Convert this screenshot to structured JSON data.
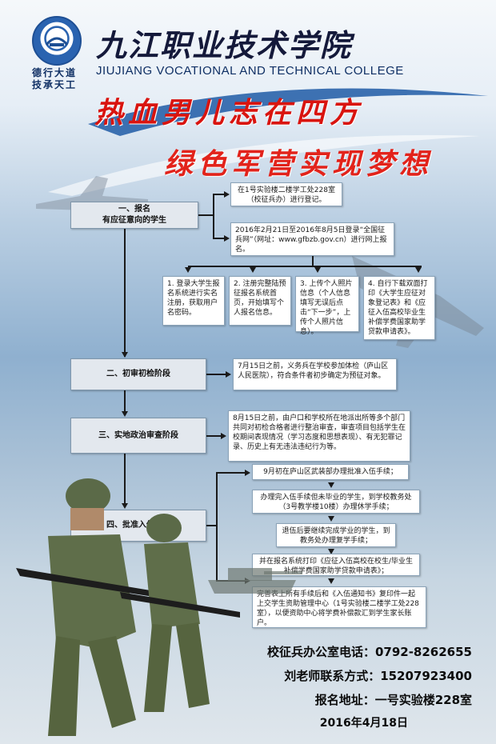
{
  "header": {
    "college_cn": "九江职业技术学院",
    "college_en": "JIUJIANG VOCATIONAL AND TECHNICAL COLLEGE",
    "motto_line1": "德行大道",
    "motto_line2": "技承天工",
    "slogan1": "热血男儿志在四方",
    "slogan2": "绿色军营实现梦想"
  },
  "stages": {
    "s1_line1": "一、报名",
    "s1_line2": "有应征意向的学生",
    "s2": "二、初审初检阶段",
    "s3": "三、实地政治审查阶段",
    "s4": "四、批准入伍阶段"
  },
  "reg": {
    "box1": "在1号实验楼二楼学工处228室（校征兵办）进行登记。",
    "box2": "2016年2月21日至2016年8月5日登录“全国征兵网”（网址：www.gfbzb.gov.cn）进行网上报名。",
    "step1": "1. 登录大学生报名系统进行实名注册，获取用户名密码。",
    "step2": "2. 注册完整陆预征报名系统首页，开始填写个人报名信息。",
    "step3": "3. 上传个人照片信息（个人信息填写无误后点击“下一步”，上传个人照片信息）。",
    "step4": "4. 自行下载双面打印《大学生应征对象登记表》和《应征入伍高校毕业生补偿学费国家助学贷款申请表》。"
  },
  "s2_text": "7月15日之前，义务兵在学校参加体检（庐山区人民医院），符合条件者初步确定为预征对象。",
  "s3_text": "8月15日之前，由户口和学校所在地派出所等多个部门共同对初检合格者进行整治审查，审查项目包括学生在校期间表现情况（学习态度和思想表现）、有无犯罪记录、历史上有无违法违纪行为等。",
  "s4": {
    "b1": "9月初在庐山区武装部办理批准入伍手续；",
    "b2": "办理完入伍手续但未毕业的学生，到学校教务处（3号教学楼10楼）办理休学手续；",
    "b3": "退伍后要继续完成学业的学生，到教务处办理复学手续；",
    "b4": "并在报名系统打印《应征入伍高校在校生/毕业生补偿学费国家助学贷款申请表》；",
    "b5": "完善表上所有手续后和《入伍通知书》复印件一起上交学生资助管理中心（1号实验楼二楼学工处228室），以便资助中心将学费补偿款汇到学生家长账户。"
  },
  "footer": {
    "phone": "校征兵办公室电话：0792-8262655",
    "teacher": "刘老师联系方式：15207923400",
    "address": "报名地址：一号实验楼228室",
    "date": "2016年4月18日"
  },
  "colors": {
    "slogan": "#d9140f",
    "logo_blue": "#2a63b0"
  }
}
